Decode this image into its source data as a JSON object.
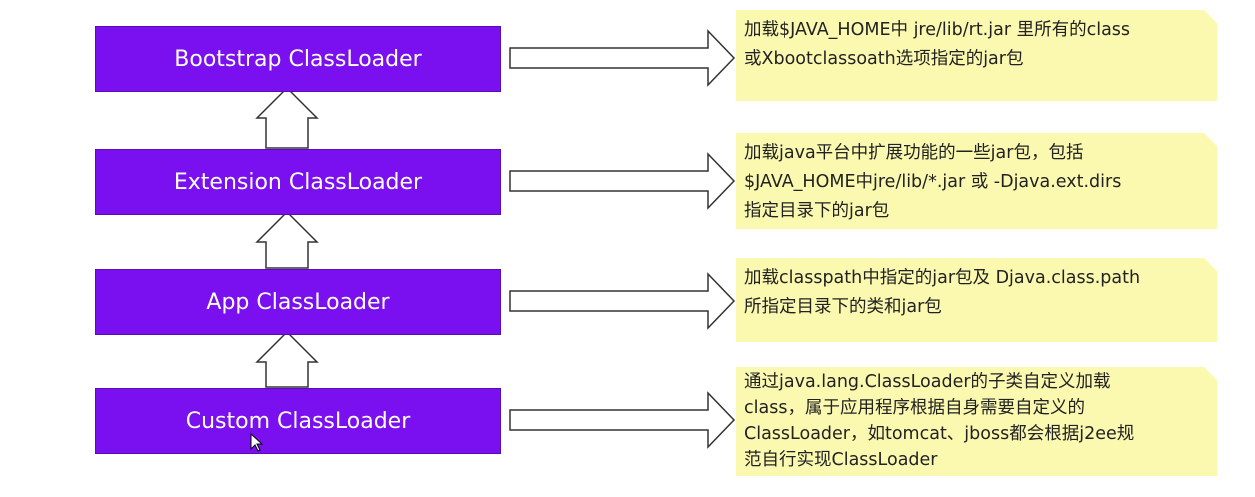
{
  "colors": {
    "loader_fill": "#7a10f0",
    "note_fill": "#fbf9b0",
    "arrow_stroke": "#333333"
  },
  "loaders": [
    {
      "label": "Bootstrap ClassLoader"
    },
    {
      "label": "Extension ClassLoader"
    },
    {
      "label": "App ClassLoader"
    },
    {
      "label": "Custom ClassLoader"
    }
  ],
  "notes": [
    {
      "lines": [
        "加载$JAVA_HOME中 jre/lib/rt.jar 里所有的class",
        "或Xbootclassoath选项指定的jar包"
      ]
    },
    {
      "lines": [
        "加载java平台中扩展功能的一些jar包，包括",
        "$JAVA_HOME中jre/lib/*.jar 或 -Djava.ext.dirs",
        "指定目录下的jar包"
      ]
    },
    {
      "lines": [
        "加载classpath中指定的jar包及 Djava.class.path",
        "所指定目录下的类和jar包"
      ]
    },
    {
      "lines": [
        "通过java.lang.ClassLoader的子类自定义加载",
        "class，属于应用程序根据自身需要自定义的",
        "ClassLoader，如tomcat、jboss都会根据j2ee规",
        "范自行实现ClassLoader"
      ]
    }
  ]
}
